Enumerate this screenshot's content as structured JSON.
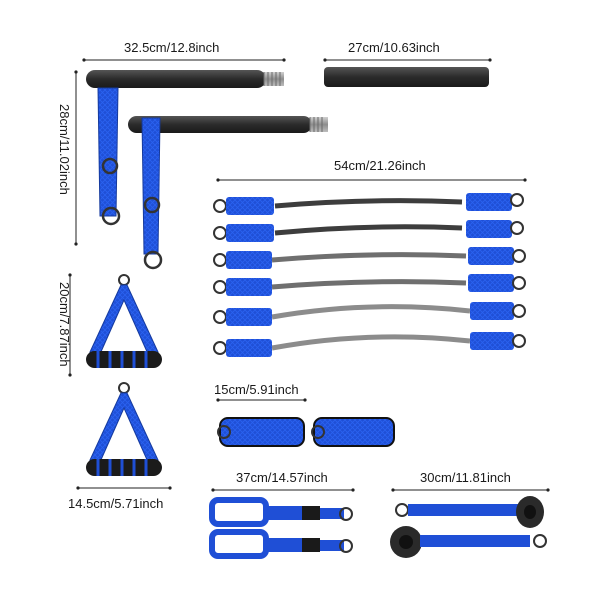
{
  "dimensions": {
    "bar_long_width": "32.5cm/12.8inch",
    "bar_short_width": "27cm/10.63inch",
    "bar_height": "28cm/11.02inch",
    "bands_length": "54cm/21.26inch",
    "handle_height": "20cm/7.87inch",
    "handle_width": "14.5cm/5.71inch",
    "ankle_strap_width": "15cm/5.91inch",
    "long_strap_length": "37cm/14.57inch",
    "door_anchor_length": "30cm/11.81inch"
  },
  "colors": {
    "strap_blue": "#1f4fd6",
    "strap_blue_dark": "#153a9e",
    "bar_black": "#2b2b2b",
    "metal": "#9a9a9a",
    "band_dark": "#3d3d3d",
    "band_mid": "#6f6f6f",
    "band_light": "#8c8c8c"
  }
}
